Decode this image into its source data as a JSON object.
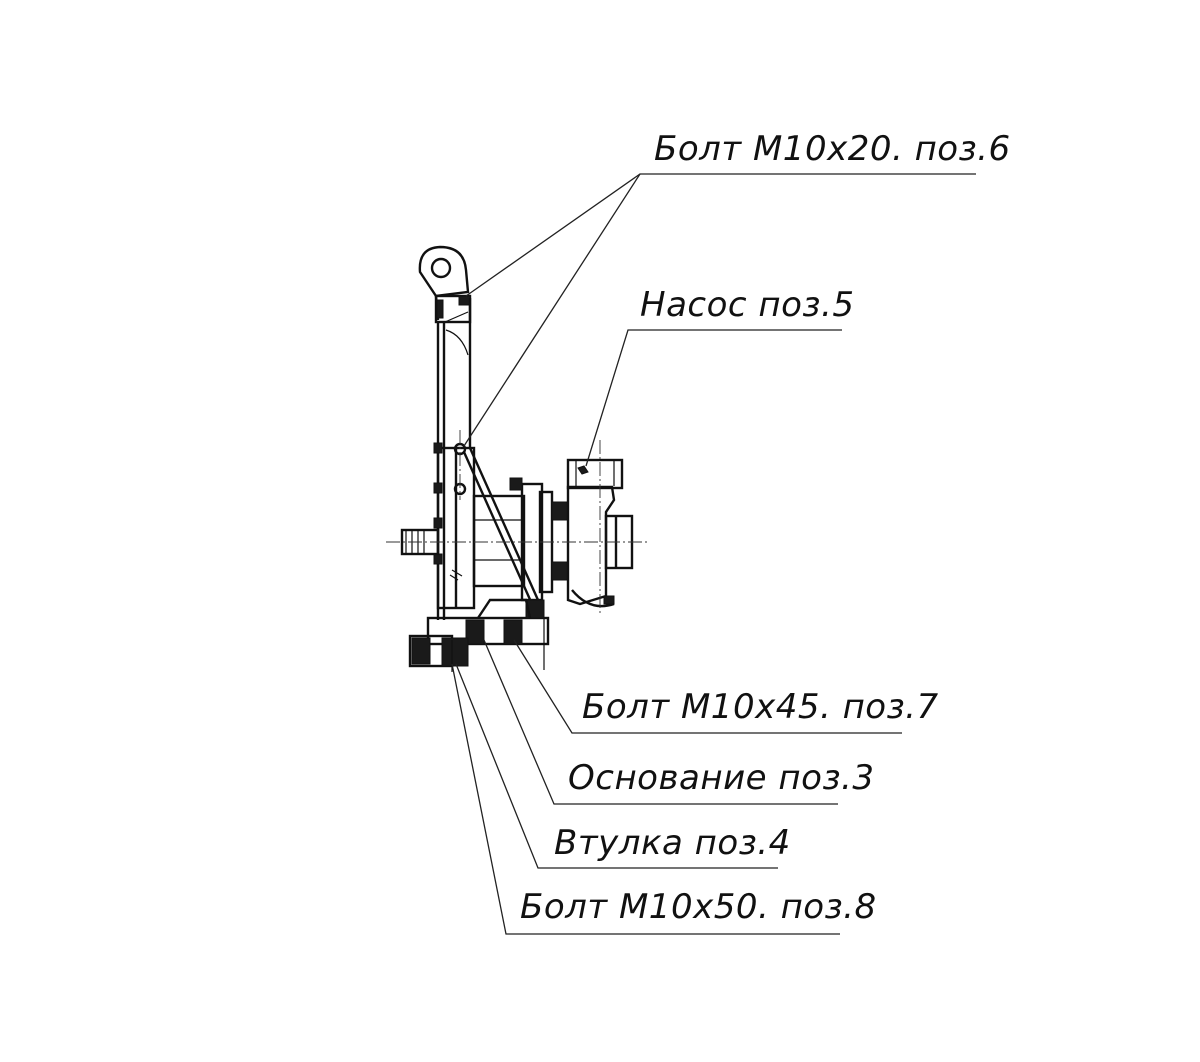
{
  "callouts": {
    "bolt_m10x20": "Болт М10х20. поз.6",
    "pump": "Насос поз.5",
    "bolt_m10x45": "Болт М10х45. поз.7",
    "base": "Основание поз.3",
    "sleeve": "Втулка поз.4",
    "bolt_m10x50": "Болт М10х50. поз.8"
  }
}
